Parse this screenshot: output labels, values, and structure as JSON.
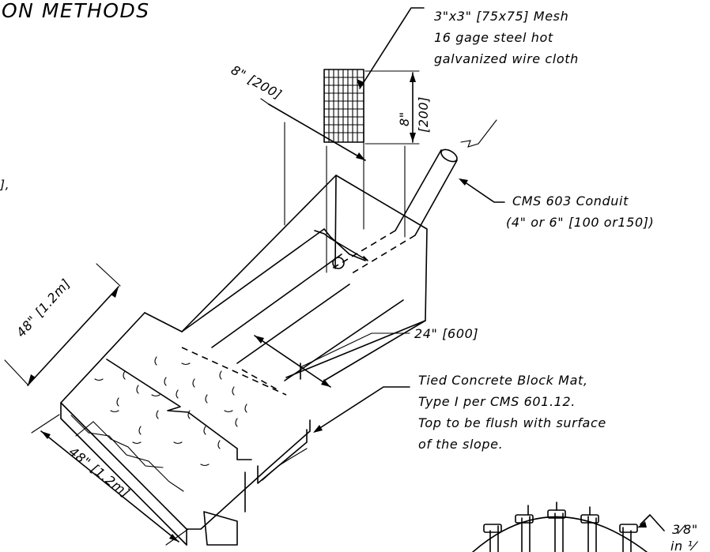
{
  "heading": {
    "partial_title": "ON METHODS"
  },
  "mesh": {
    "line1": "3\"x3\" [75x75] Mesh",
    "line2": "16 gage steel hot",
    "line3": "galvanized wire cloth",
    "width_dim": "8\" [200]",
    "height_dim_a": "8\"",
    "height_dim_b": "[200]"
  },
  "conduit": {
    "line1": "CMS 603 Conduit",
    "line2": "(4\" or 6\" [100 or150])"
  },
  "mat": {
    "depth_dim": "24\" [600]",
    "line1": "Tied Concrete Block Mat,",
    "line2": "Type I per CMS 601.12.",
    "line3": "Top to be flush with surface",
    "line4": "of the slope.",
    "length_dim": "48\" [1.2m]",
    "width_dim": "48\" [1.2m]"
  },
  "edge_fragments": {
    "left_text": "],",
    "bolt_a": "3⁄8\"",
    "bolt_b": "in ¹⁄"
  }
}
